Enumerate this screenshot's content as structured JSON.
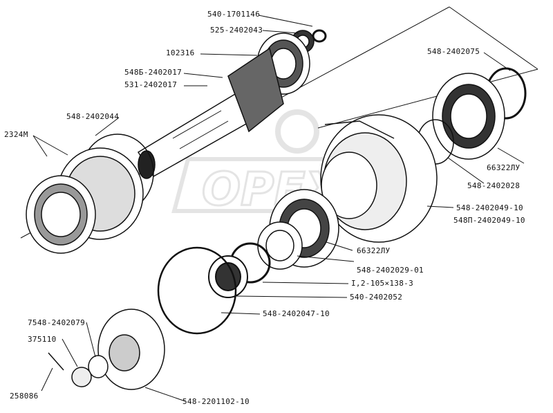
{
  "watermark": {
    "text": "OPEX",
    "color": "#cfcfcf"
  },
  "colors": {
    "ink": "#111111",
    "paper": "#ffffff",
    "shade": "#3a3a3a"
  },
  "parts": {
    "snap_ring": "540-1701146",
    "bearing_small": "525-2402043",
    "pinion_gear": "102316",
    "drive_pinion_a": "548Б-2402017",
    "drive_pinion_b": "531-2402017",
    "shim_left": "548-2402044",
    "bearing_roller": "2324М",
    "ring_right": "548-2402075",
    "bearing_right": "66322ЛУ",
    "ring_right_inner": "548-2402028",
    "housing_a": "548-2402049-10",
    "housing_b": "548П-2402049-10",
    "bearing_mid": "66322ЛУ",
    "seal_ring": "548-2402029-01",
    "o_ring": "I,2-105×138-3",
    "cuff": "540-2402052",
    "gasket": "548-2402047-10",
    "nut": "7548-2402079",
    "washer": "375110",
    "cotter_pin": "258086",
    "flange": "548-2201102-10"
  }
}
